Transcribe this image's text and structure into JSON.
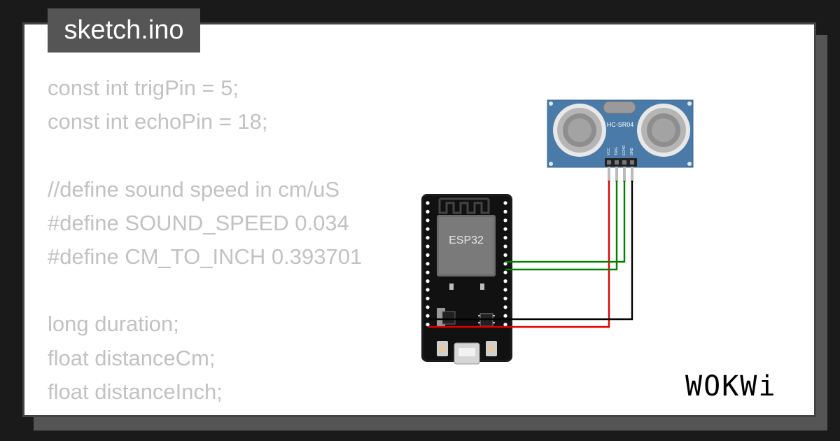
{
  "file_tab": {
    "label": "sketch.ino"
  },
  "code_lines": [
    "const int trigPin = 5;",
    "const int echoPin = 18;",
    "",
    "//define sound speed in cm/uS",
    "#define SOUND_SPEED 0.034",
    "#define CM_TO_INCH 0.393701",
    "",
    "long duration;",
    "float distanceCm;",
    "float distanceInch;"
  ],
  "sensor": {
    "label": "HC-SR04",
    "pins": [
      "VCC",
      "TRIG",
      "ECHO",
      "GND"
    ]
  },
  "board": {
    "label": "ESP32"
  },
  "brand": {
    "logo_text": "WOKWi"
  },
  "colors": {
    "background": "#1a1a1a",
    "card": "#ffffff",
    "tab": "#555555",
    "code_text": "#c2c2c2",
    "wire_vcc": "#e00000",
    "wire_signal": "#008000",
    "wire_gnd": "#000000",
    "sensor_body": "#4a7aa7"
  },
  "icons": [
    "ultrasonic-sensor-icon",
    "esp32-board-icon",
    "wokwi-logo-icon"
  ]
}
